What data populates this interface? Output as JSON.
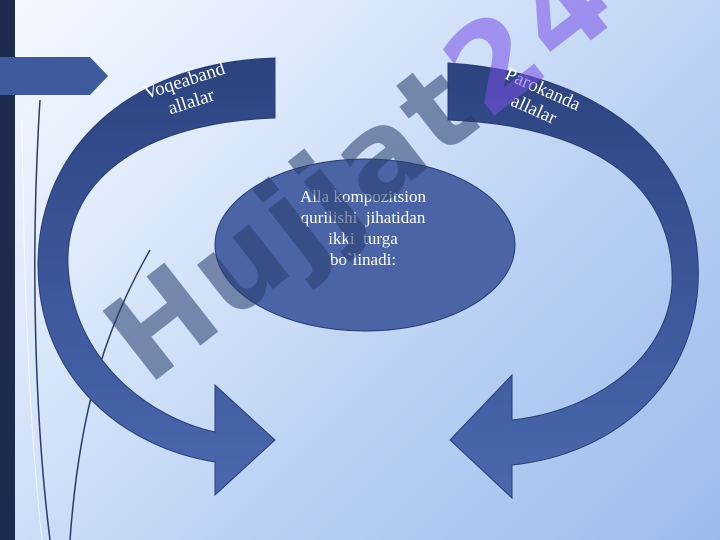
{
  "diagram": {
    "left_ribbon_label": "Voqeaband\nallalar",
    "right_ribbon_label": "Parokanda\nallalar",
    "center_text": "Alla kompozitsion\nqurilishi  jihatidan\nikki  turga\nbo`linadi:"
  },
  "watermark": {
    "main_text": "Hujjat",
    "accent_text": "24"
  },
  "colors": {
    "ribbon": "#3f5b9e",
    "ribbon_dark": "#2e4582",
    "ellipse": "#4a64a6",
    "sidebar": "#1f2a4f",
    "watermark_accent": "#7a50e6"
  }
}
